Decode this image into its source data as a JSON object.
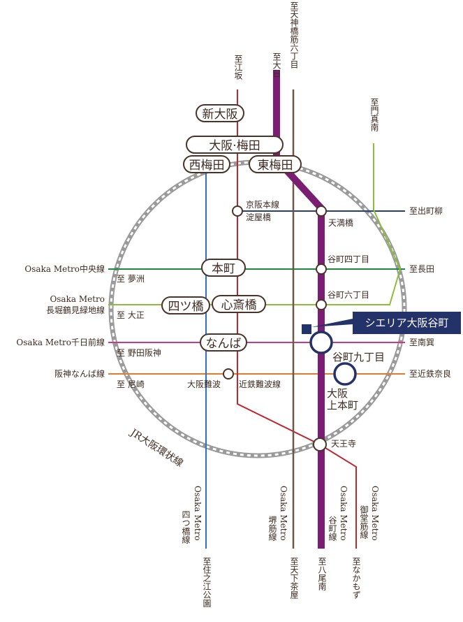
{
  "colors": {
    "midosuji": "#c0262d",
    "sakaisuji": "#6b5848",
    "tanimachi": "#7b1d73",
    "yotsubashi": "#2b74bd",
    "keihan": "#24407a",
    "chuo": "#1c8a3c",
    "nagahori": "#8cbd3a",
    "sennichimae": "#cc3c78",
    "hanshin": "#e37a2c",
    "property": "#24326a"
  },
  "termini": {
    "esaka": "至江坂",
    "dainichi": "至大日",
    "tenjinbashi": "至天神橋筋六丁目",
    "kadomaminami": "至門真南",
    "demachiyanagi": "至出町柳",
    "nagata": "至長田",
    "minamitatsumi": "至南巽",
    "kintetsunara": "至近鉄奈良",
    "yumeshima": "至 夢洲",
    "taisho": "至 大正",
    "nodahanshin": "至 野田阪神",
    "amagasaki": "至 尼崎",
    "suminoekoen": "至住之江公園",
    "tengachaya": "至天下茶屋",
    "yaominami": "至八尾南",
    "nakamozu": "至なかもず"
  },
  "lines": {
    "chuo": "Osaka Metro中央線",
    "nagahori_1": "Osaka Metro",
    "nagahori_2": "長堀鶴見緑地線",
    "sennichimae": "Osaka Metro千日前線",
    "hanshin": "阪神なんば線",
    "keihan": "京阪本線",
    "kintetsu": "近鉄難波線",
    "jr": "JR大阪環状線",
    "yotsubashi_1": "Osaka Metro",
    "yotsubashi_2": "四つ橋線",
    "sakaisuji_1": "Osaka Metro",
    "sakaisuji_2": "堺筋線",
    "tanimachi_1": "Osaka Metro",
    "tanimachi_2": "谷町線",
    "midosuji_1": "Osaka Metro",
    "midosuji_2": "御堂筋線"
  },
  "stations": {
    "shinosaka": "新大阪",
    "umeda": "大阪·梅田",
    "nishiumeda": "西梅田",
    "higashiumeda": "東梅田",
    "yodoyabashi": "淀屋橋",
    "temmabashi": "天満橋",
    "hommachi": "本町",
    "tanimachi4": "谷町四丁目",
    "yotsubashi": "四ツ橋",
    "shinsaibashi": "心斎橋",
    "tanimachi6": "谷町六丁目",
    "namba": "なんば",
    "tanimachi9": "谷町九丁目",
    "osakanamba": "大阪難波",
    "uehommachi_1": "大阪",
    "uehommachi_2": "上本町",
    "tennoji": "天王寺"
  },
  "property": {
    "name": "シエリア大阪谷町"
  }
}
